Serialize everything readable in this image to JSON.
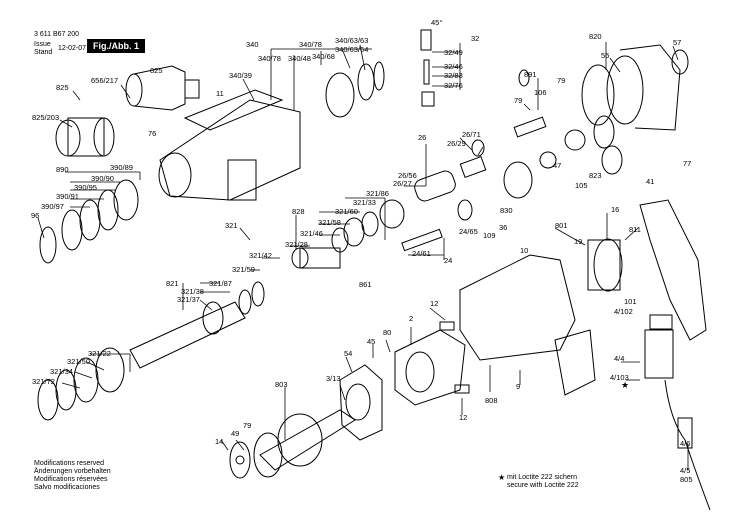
{
  "header": {
    "part_number": "3 611 B67 200",
    "issue_label": "Issue",
    "date": "12-02-07",
    "stand_label": "Stand",
    "figure_label": "Fig./Abb. 1"
  },
  "footer": {
    "modifications": [
      "Modifications reserved",
      "Änderungen vorbehalten",
      "Modifications réservées",
      "Salvo modificaciones"
    ],
    "loctite_de": "mit Loctite 222 sichern",
    "loctite_en": "secure with Loctite 222"
  },
  "callouts": {
    "c340": "340",
    "c340_78": "340/78",
    "c340_63_63": "340/63/63",
    "c340_48": "340/48",
    "c340_63_64": "340/63/64",
    "c340_68": "340/68",
    "c340_39": "340/39",
    "deg45": "45°",
    "c32": "32",
    "c32_49": "32/49",
    "c32_46": "32/46",
    "c32_83": "32/83",
    "c32_76": "32/76",
    "c820": "820",
    "c55": "55",
    "c57": "57",
    "c825": "825",
    "c656_217": "656/217",
    "c825_203": "825/203",
    "c11": "11",
    "c76": "76",
    "c890": "890",
    "c390_90": "390/90",
    "c390_89": "390/89",
    "c390_91": "390/91",
    "c390_95": "390/95",
    "c390_97": "390/97",
    "c96": "96",
    "c891": "891",
    "c79a": "79",
    "c106": "106",
    "c79b": "79",
    "c26": "26",
    "c26_71": "26/71",
    "c26_29": "26/29",
    "c26_56": "26/56",
    "c26_27": "26/27",
    "c47": "47",
    "c823": "823",
    "c105": "105",
    "c830": "830",
    "c77": "77",
    "c41": "41",
    "c828": "828",
    "c321": "321",
    "c321_33": "321/33",
    "c321_86": "321/86",
    "c321_60": "321/60",
    "c321_58": "321/58",
    "c321_46": "321/46",
    "c321_28": "321/28",
    "c321_42": "321/42",
    "c321_59": "321/59",
    "c24_65": "24/65",
    "c24_61": "24/61",
    "c24": "24",
    "c36": "36",
    "c109": "109",
    "c801": "801",
    "c16": "16",
    "c811": "811",
    "c10": "10",
    "c19": "19",
    "c821": "821",
    "c321_87": "321/87",
    "c321_38": "321/38",
    "c321_37": "321/37",
    "c861": "861",
    "c12a": "12",
    "c80": "80",
    "c2": "2",
    "c101": "101",
    "c4_102": "4/102",
    "c321_22": "321/22",
    "c321_50": "321/50",
    "c321_34": "321/34",
    "c321_72": "321/72",
    "c54": "54",
    "c45": "45",
    "c4_4": "4/4",
    "c4_103": "4/103",
    "c803": "803",
    "c3_13": "3/13",
    "c808": "808",
    "c9": "9",
    "c12b": "12",
    "c79c": "79",
    "c49": "49",
    "c14": "14",
    "c4_6": "4/6",
    "c4_5": "4/5",
    "c805": "805"
  }
}
